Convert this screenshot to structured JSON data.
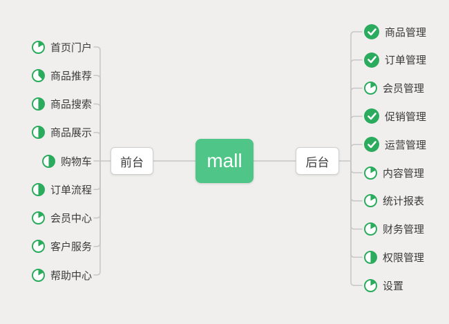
{
  "app": {
    "background_color": "#f0efed",
    "connector_color": "#c6c6c6"
  },
  "root": {
    "label": "mall",
    "bg_color": "#4fc587",
    "text_color": "#ffffff"
  },
  "colors": {
    "icon_green": "#2bab5d",
    "topic_text": "#3a3a3a",
    "branch_border": "#cfcfcf"
  },
  "branches": [
    {
      "label": "前台",
      "side": "left",
      "items": [
        {
          "label": "首页门户",
          "progress": 0.17
        },
        {
          "label": "商品推荐",
          "progress": 0.375
        },
        {
          "label": "商品搜索",
          "progress": 0.5
        },
        {
          "label": "商品展示",
          "progress": 0.5
        },
        {
          "label": "购物车",
          "progress": 0.5
        },
        {
          "label": "订单流程",
          "progress": 0.5
        },
        {
          "label": "会员中心",
          "progress": 0.17
        },
        {
          "label": "客户服务",
          "progress": 0.17
        },
        {
          "label": "帮助中心",
          "progress": 0.17
        }
      ]
    },
    {
      "label": "后台",
      "side": "right",
      "items": [
        {
          "label": "商品管理",
          "progress": 1
        },
        {
          "label": "订单管理",
          "progress": 1
        },
        {
          "label": "会员管理",
          "progress": 0.17
        },
        {
          "label": "促销管理",
          "progress": 1
        },
        {
          "label": "运营管理",
          "progress": 1
        },
        {
          "label": "内容管理",
          "progress": 0.17
        },
        {
          "label": "统计报表",
          "progress": 0.17
        },
        {
          "label": "财务管理",
          "progress": 0.17
        },
        {
          "label": "权限管理",
          "progress": 0.5
        },
        {
          "label": "设置",
          "progress": 0.17
        }
      ]
    }
  ]
}
